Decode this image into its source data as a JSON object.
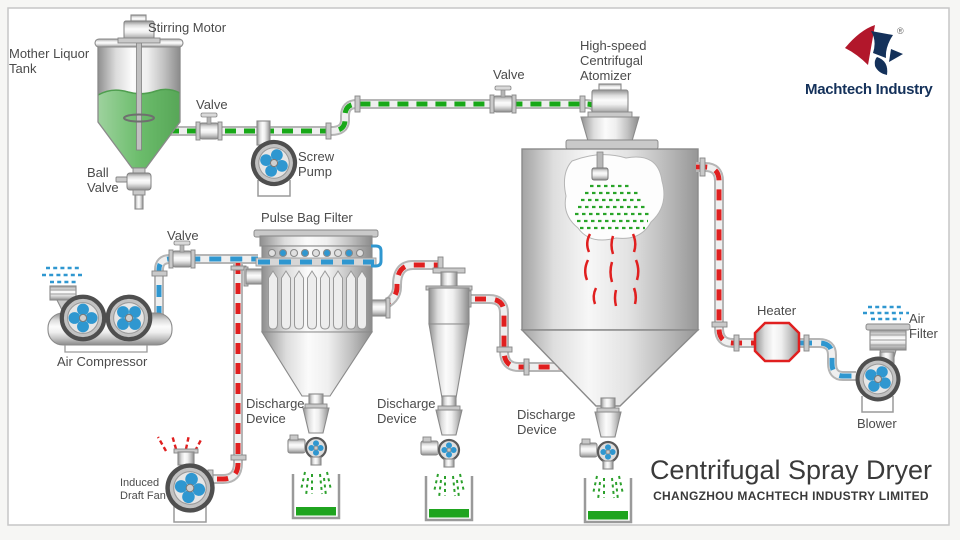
{
  "diagram": {
    "title": "Centrifugal Spray Dryer",
    "subtitle": "CHANGZHOU MACHTECH INDUSTRY LIMITED",
    "brand": "Machtech Industry",
    "brand_mark": "®",
    "labels": {
      "stirring_motor": "Stirring Motor",
      "mother_liquor_tank": "Mother Liquor Tank",
      "ball_valve": "Ball Valve",
      "feed_valve": "Valve",
      "screw_pump": "Screw Pump",
      "line_valve": "Valve",
      "atomizer": "High-speed Centrifugal Atomizer",
      "pulse_bag_filter": "Pulse Bag Filter",
      "air_valve": "Valve",
      "air_compressor": "Air Compressor",
      "discharge_device_1": "Discharge Device",
      "discharge_device_2": "Discharge Device",
      "discharge_device_3": "Discharge Device",
      "induced_draft_fan": "Induced Draft Fan",
      "heater": "Heater",
      "air_filter": "Air Filter",
      "blower": "Blower"
    },
    "colors": {
      "feed_line_green": "#18a818",
      "compressed_air_blue": "#2f97d0",
      "hot_air_red": "#e01f1f",
      "brand_navy": "#14315a",
      "brand_red": "#b2172b",
      "liquid_green": "#6cbd6c"
    }
  }
}
